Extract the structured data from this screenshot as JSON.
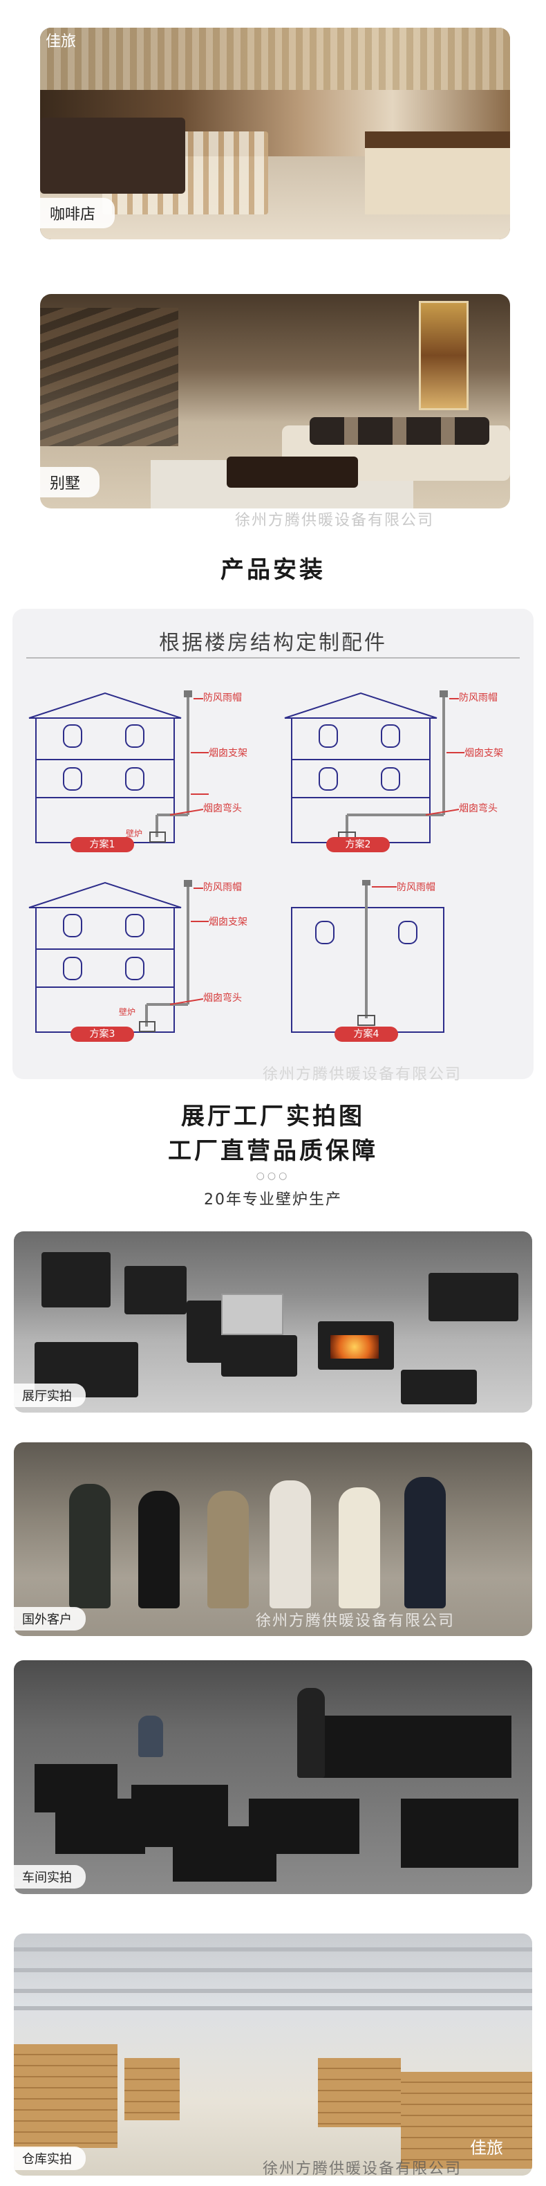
{
  "top_photos": {
    "cafe_label": "咖啡店",
    "villa_label": "别墅",
    "corner_brand": "佳旅",
    "villa_watermark": "徐州方腾供暖设备有限公司"
  },
  "install_section": {
    "title": "产品安装"
  },
  "diagram": {
    "title": "根据楼房结构定制配件",
    "callouts": {
      "cap": "防风雨帽",
      "bracket": "烟囱支架",
      "elbow": "烟囱弯头",
      "fireplace": "壁炉"
    },
    "schemes": [
      "方案1",
      "方案2",
      "方案3",
      "方案4"
    ],
    "watermark": "徐州方腾供暖设备有限公司"
  },
  "factory_section": {
    "line1": "展厅工厂实拍图",
    "line2": "工厂直营品质保障",
    "dots": "○○○",
    "subline": "20年专业壁炉生产"
  },
  "factory_photos": {
    "showroom_label": "展厅实拍",
    "customers_label": "国外客户",
    "workshop_label": "车间实拍",
    "warehouse_label": "仓库实拍",
    "watermark": "徐州方腾供暖设备有限公司",
    "brand": "佳旅"
  }
}
